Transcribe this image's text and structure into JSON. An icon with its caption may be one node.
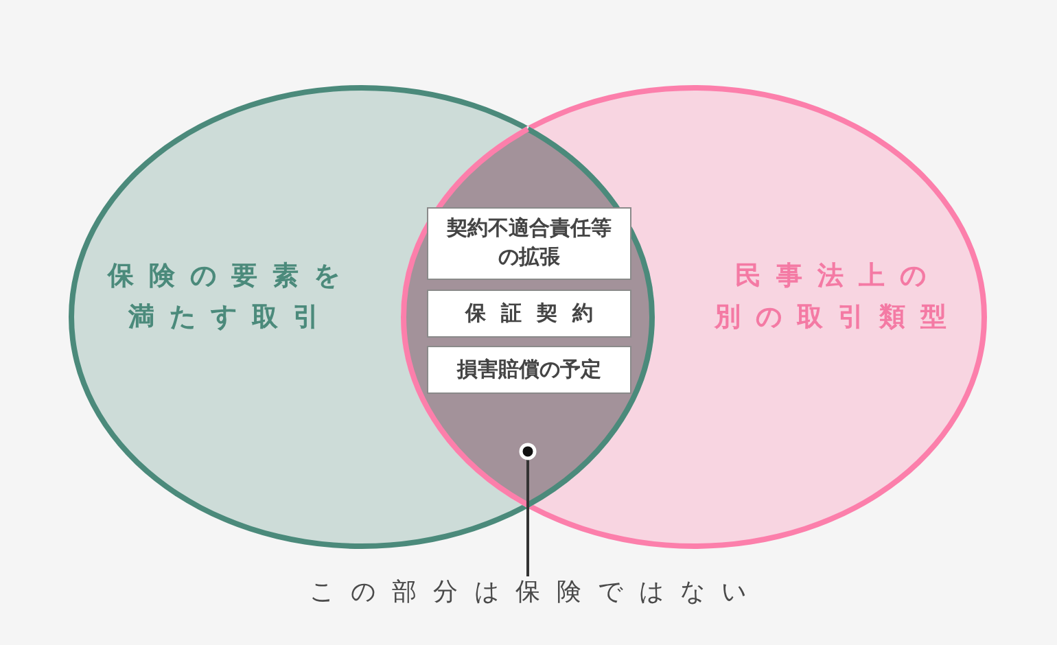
{
  "diagram": {
    "nodes": [
      {
        "text": [
          "保険の要素を満たす取引"
        ]
      },
      {
        "text": [
          "民事法上の別の取引類型"
        ]
      },
      {
        "text": [],
        "shape": "lens"
      },
      {
        "text": [
          "契約不適合責任等の拡張"
        ],
        "in": 2
      },
      {
        "text": [
          "保証契約"
        ],
        "in": 2
      },
      {
        "text": [
          "損害賠償の予定"
        ],
        "in": 2
      },
      {
        "text": [
          "この部分は保険ではない"
        ]
      }
    ],
    "edges": [
      {
        "from": 6,
        "to": 2,
        "arrow": "other"
      }
    ]
  }
}
